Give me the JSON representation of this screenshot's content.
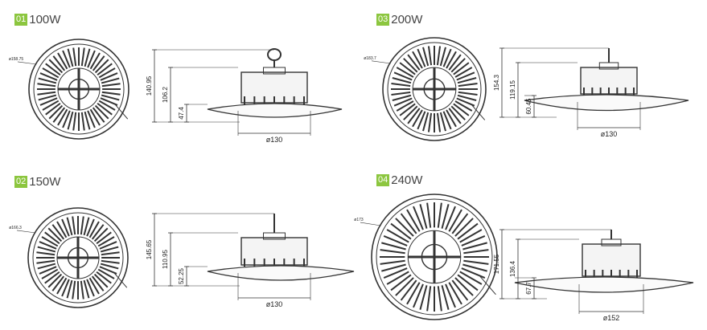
{
  "panels": [
    {
      "num": "01",
      "watt": "100W",
      "dia_label": "ø158.75",
      "h_total": "140.95",
      "h_mid": "106.2",
      "h_low": "47.4",
      "width_label": "ø130"
    },
    {
      "num": "02",
      "watt": "150W",
      "dia_label": "ø166.3",
      "h_total": "145.65",
      "h_mid": "110.95",
      "h_low": "52.25",
      "width_label": "ø130"
    },
    {
      "num": "03",
      "watt": "200W",
      "dia_label": "ø183.7",
      "h_total": "154.3",
      "h_mid": "119.15",
      "h_low": "60.45",
      "width_label": "ø130"
    },
    {
      "num": "04",
      "watt": "240W",
      "dia_label": "ø173",
      "h_total": "171.55",
      "h_mid": "136.4",
      "h_low": "67.7",
      "width_label": "ø152"
    }
  ],
  "colors": {
    "badge": "#8cc63f",
    "line": "#333333"
  }
}
